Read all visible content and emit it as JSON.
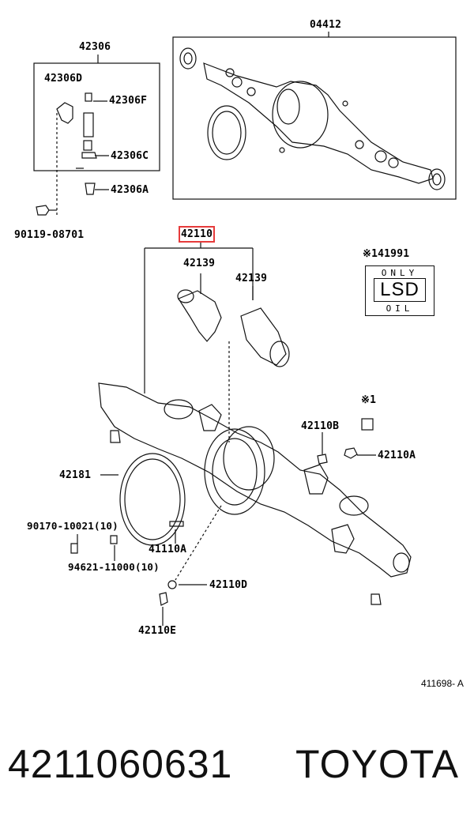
{
  "diagram": {
    "labels": {
      "kit_main": "04412",
      "group_box": "42306",
      "l_42306D": "42306D",
      "l_42306F": "42306F",
      "l_42306C": "42306C",
      "l_42306A": "42306A",
      "l_90119": "90119-08701",
      "housing": "42110",
      "bracket_left": "42139",
      "bracket_right": "42139",
      "oil_note": "※141991",
      "note_star": "※1",
      "l_42110B": "42110B",
      "l_42110A": "42110A",
      "gasket": "42181",
      "l_90170": "90170-10021(10)",
      "l_41110A": "41110A",
      "l_94621": "94621-11000(10)",
      "l_42110D": "42110D",
      "l_42110E": "42110E"
    },
    "oil_tag": {
      "top": "ONLY",
      "main": "LSD",
      "bottom": "OIL"
    },
    "figure_code": "411698- A",
    "highlight_color": "#e63b3b"
  },
  "footer": {
    "part_number": "4211060631",
    "brand": "TOYOTA"
  }
}
